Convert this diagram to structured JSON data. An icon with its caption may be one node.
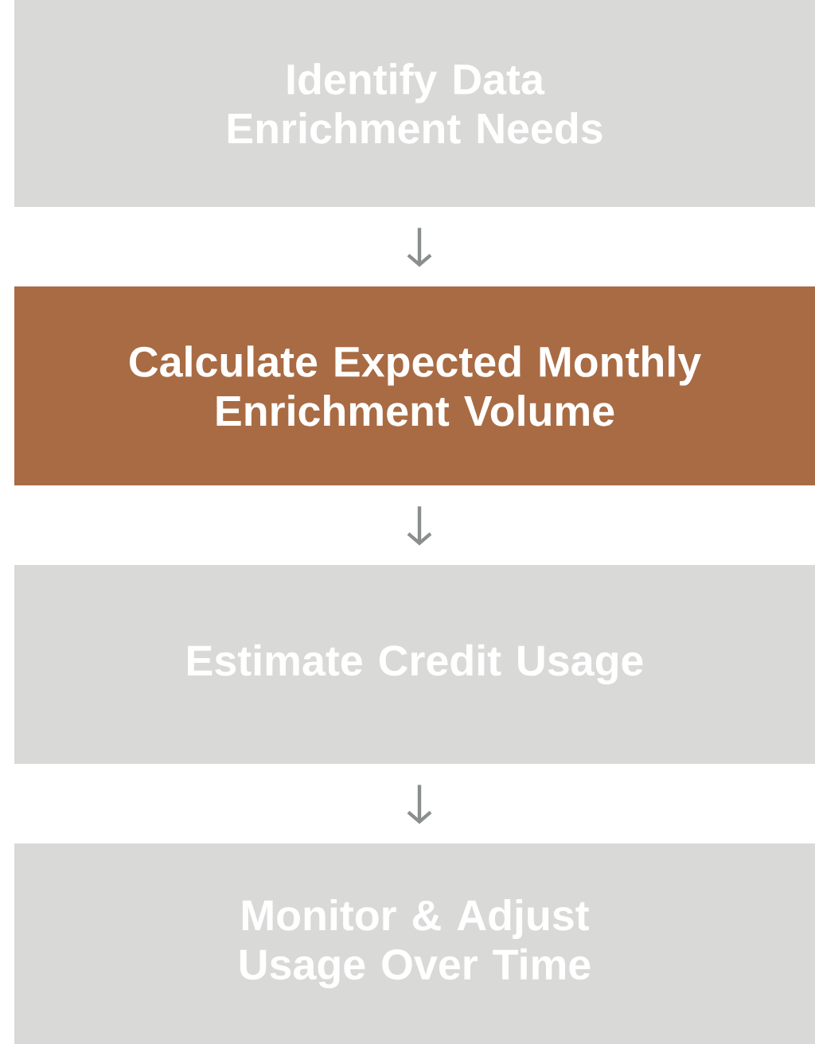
{
  "diagram": {
    "nodes": [
      {
        "text": [
          "Identify Data Enrichment Needs"
        ]
      },
      {
        "text": [
          "Calculate Expected Monthly Enrichment Volume"
        ]
      },
      {
        "text": [
          "Estimate Credit Usage"
        ]
      },
      {
        "text": [
          "Monitor & Adjust Usage Over Time"
        ]
      }
    ],
    "edges": [
      {
        "from": 0,
        "to": 1,
        "arrow": "to"
      },
      {
        "from": 1,
        "to": 2,
        "arrow": "to"
      },
      {
        "from": 2,
        "to": 3,
        "arrow": "to"
      }
    ]
  }
}
